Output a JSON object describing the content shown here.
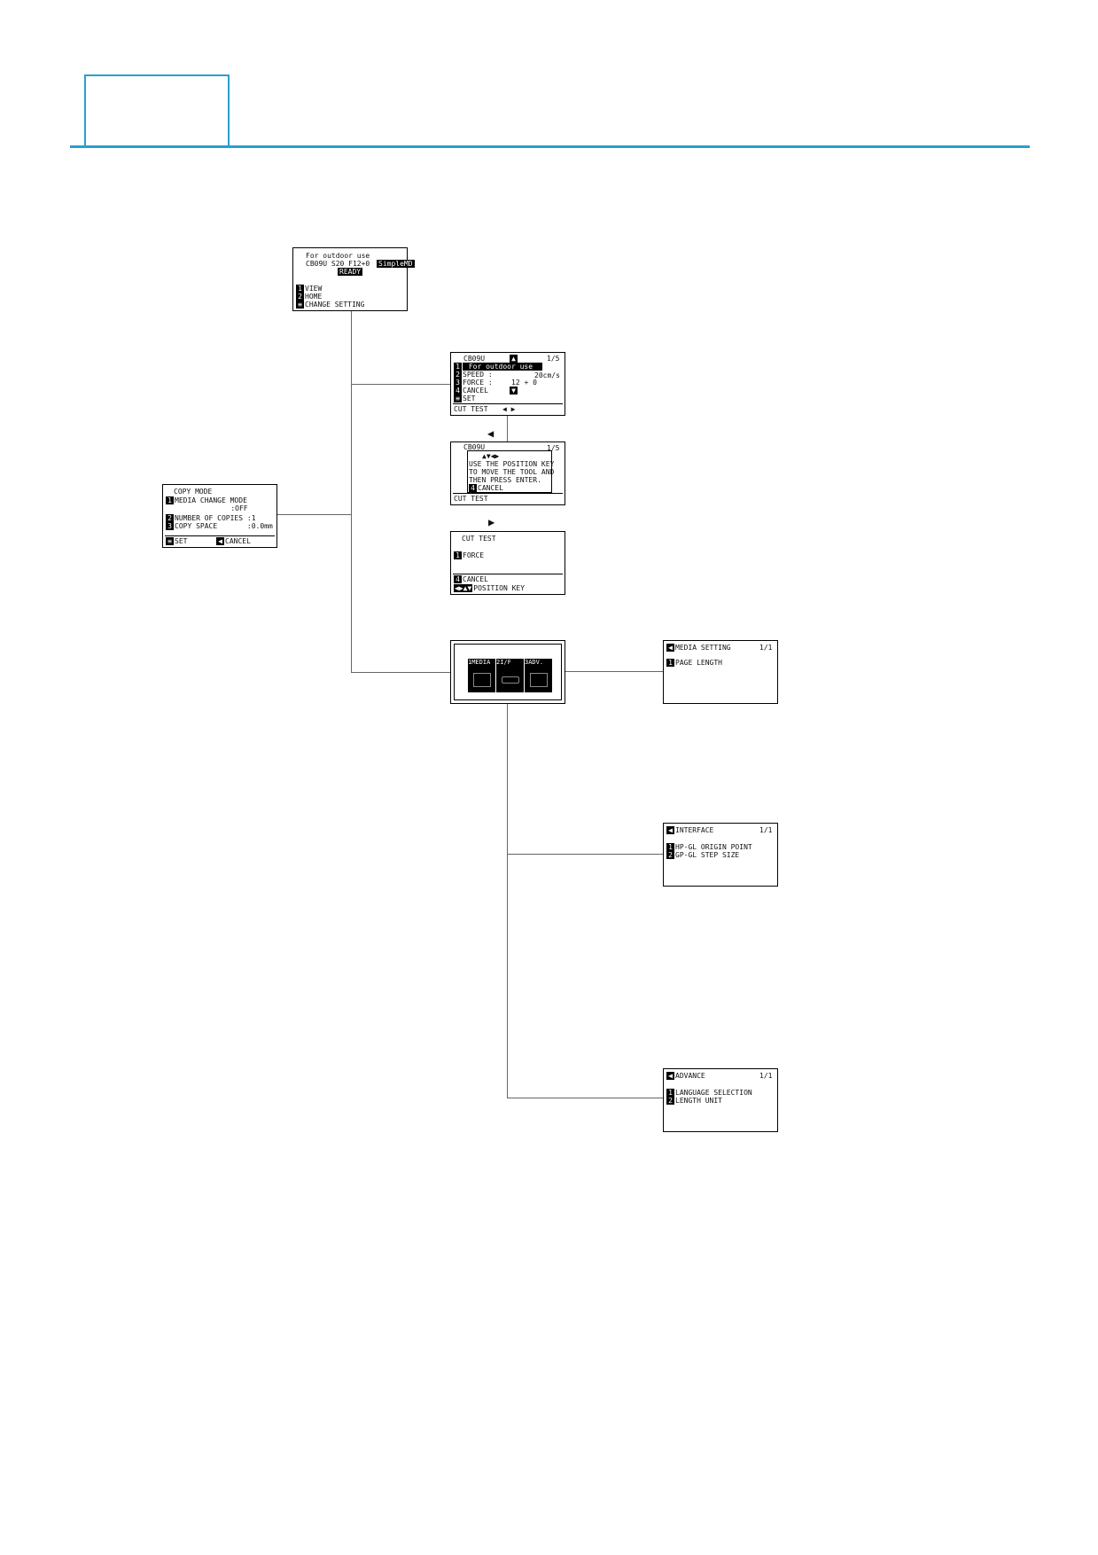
{
  "main_screen": {
    "line1": "For outdoor use",
    "line2": "CB09U S20 F12+0",
    "badge_mode": "SimpleMD",
    "badge_status": "READY",
    "items": [
      {
        "key": "1",
        "label": "VIEW"
      },
      {
        "key": "2",
        "label": "HOME"
      },
      {
        "key": "≡",
        "label": "CHANGE SETTING"
      }
    ]
  },
  "condition_screen": {
    "title": "CB09U",
    "page": "1/5",
    "up_arrow": "▲",
    "down_arrow": "▼",
    "rows": [
      {
        "key": "1",
        "label": " For outdoor use",
        "value": ""
      },
      {
        "key": "2",
        "label": "SPEED :",
        "value": "20cm/s"
      },
      {
        "key": "3",
        "label": "FORCE :",
        "value": "12 + 0"
      },
      {
        "key": "4",
        "label": "CANCEL",
        "value": ""
      },
      {
        "key": "≡",
        "label": "SET",
        "value": ""
      }
    ],
    "footer": "CUT TEST",
    "footer_icons": "◀ ▶"
  },
  "popup_screen": {
    "title": "CB09U",
    "page": "1/5",
    "popup_icons": "▲▼◀▶",
    "popup_lines": [
      "USE THE POSITION KEY",
      "TO MOVE THE TOOL AND",
      "THEN PRESS ENTER."
    ],
    "popup_cancel_key": "4",
    "popup_cancel": "CANCEL",
    "footer": "CUT TEST"
  },
  "cut_test_screen": {
    "title": "CUT TEST",
    "item_key": "1",
    "item_label": "FORCE",
    "cancel_key": "4",
    "cancel_label": "CANCEL",
    "footer_label": "POSITION KEY",
    "footer_icons": "◀▶▲▼"
  },
  "nav_arrows": {
    "left": "◀",
    "right": "▶"
  },
  "copy_mode_screen": {
    "title": "COPY MODE",
    "rows": [
      {
        "key": "1",
        "label": "MEDIA CHANGE MODE"
      },
      {
        "key": "",
        "label": "         :OFF"
      },
      {
        "key": "2",
        "label": "NUMBER OF COPIES :1"
      },
      {
        "key": "3",
        "label": "COPY SPACE       :0.0mm"
      }
    ],
    "footer_left_key": "≡",
    "footer_left": "SET",
    "footer_right_key": "◀",
    "footer_right": "CANCEL"
  },
  "menu_screen": {
    "tiles": [
      {
        "key": "1",
        "label": "MEDIA"
      },
      {
        "key": "2",
        "label": "I/F"
      },
      {
        "key": "3",
        "label": "ADV."
      }
    ]
  },
  "media_setting_screen": {
    "back": "◀",
    "title": "MEDIA SETTING",
    "page": "1/1",
    "items": [
      {
        "key": "1",
        "label": "PAGE LENGTH"
      }
    ]
  },
  "interface_screen": {
    "back": "◀",
    "title": "INTERFACE",
    "page": "1/1",
    "items": [
      {
        "key": "1",
        "label": "HP-GL ORIGIN POINT"
      },
      {
        "key": "2",
        "label": "GP-GL STEP SIZE"
      }
    ]
  },
  "advance_screen": {
    "back": "◀",
    "title": "ADVANCE",
    "page": "1/1",
    "items": [
      {
        "key": "1",
        "label": "LANGUAGE SELECTION"
      },
      {
        "key": "2",
        "label": "LENGTH UNIT"
      }
    ]
  }
}
